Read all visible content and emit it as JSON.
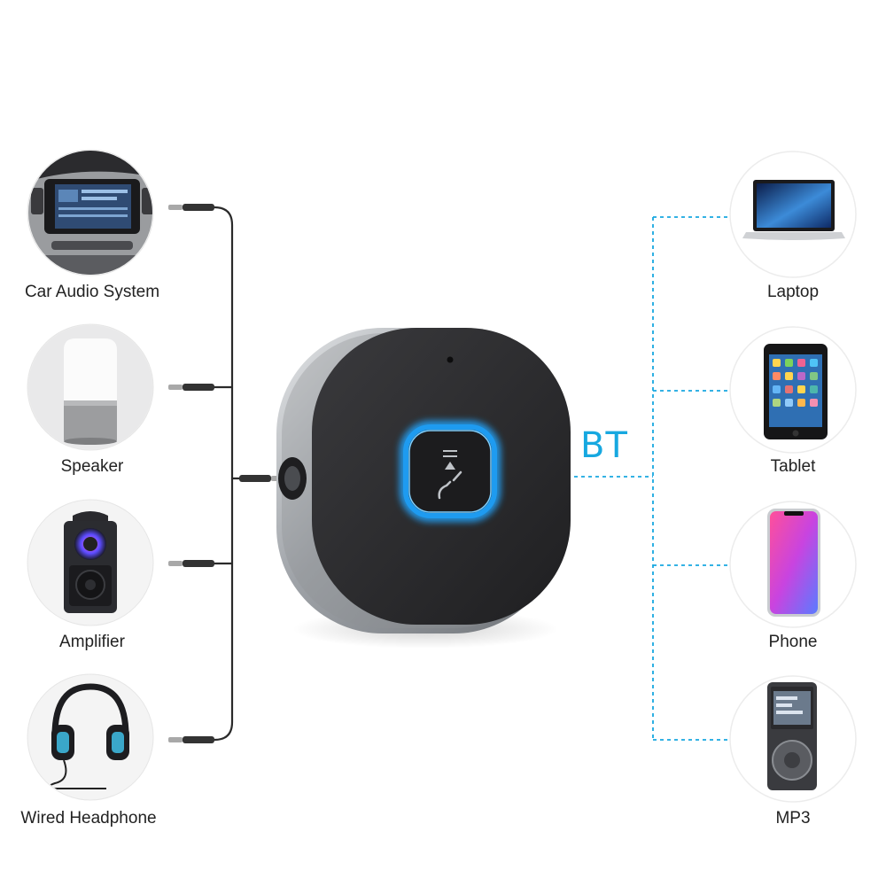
{
  "colors": {
    "bt_accent": "#17a8e0",
    "cable": "#2a2a2a",
    "device_face": "#2c2c2e",
    "device_rim": "#b9bcc0",
    "led_ring": "#1e9bf0"
  },
  "wired_devices": [
    {
      "label": "Car Audio System",
      "icon": "car-dashboard-icon"
    },
    {
      "label": "Speaker",
      "icon": "smart-speaker-icon"
    },
    {
      "label": "Amplifier",
      "icon": "amplifier-icon"
    },
    {
      "label": "Wired Headphone",
      "icon": "headphone-icon"
    }
  ],
  "bt_label": "BT",
  "bt_devices": [
    {
      "label": "Laptop",
      "icon": "laptop-icon"
    },
    {
      "label": "Tablet",
      "icon": "tablet-icon"
    },
    {
      "label": "Phone",
      "icon": "phone-icon"
    },
    {
      "label": "MP3",
      "icon": "mp3-player-icon"
    }
  ],
  "hub": {
    "icon": "bluetooth-receiver-icon",
    "button_icon": "play-call-button-icon"
  }
}
